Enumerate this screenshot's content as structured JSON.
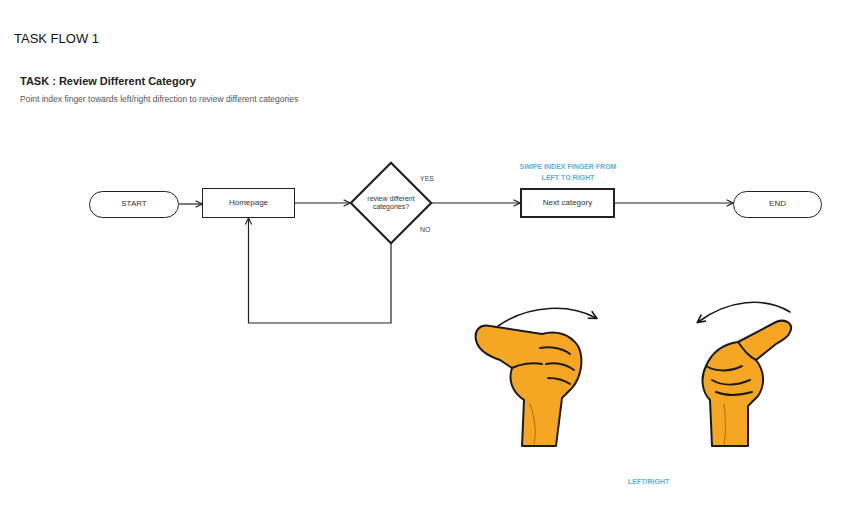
{
  "diagram": {
    "title": "TASK FLOW 1",
    "nodes": [
      {
        "text": [
          "START"
        ]
      },
      {
        "text": [
          "Homepage"
        ]
      },
      {
        "text": [
          "review different categories?"
        ]
      },
      {
        "text": [
          "Next category"
        ]
      },
      {
        "text": [
          "END"
        ]
      }
    ],
    "edges": [
      {
        "from": 0,
        "to": 1,
        "arrow": "to"
      },
      {
        "from": 1,
        "to": 2,
        "arrow": "to"
      },
      {
        "from": 2,
        "to": 3,
        "label": "YES",
        "arrow": "to"
      },
      {
        "from": 3,
        "to": 4,
        "arrow": "to"
      },
      {
        "from": 2,
        "to": 1,
        "label": "NO",
        "arrow": "to"
      }
    ],
    "labels": [
      "TASK : Review Different Category",
      "Point index finger towards left/right difrection to review different categories",
      "SWIPE INDEX FINGER FROM LEFT TO RIGHT",
      "LEFT/RIGHT"
    ]
  }
}
